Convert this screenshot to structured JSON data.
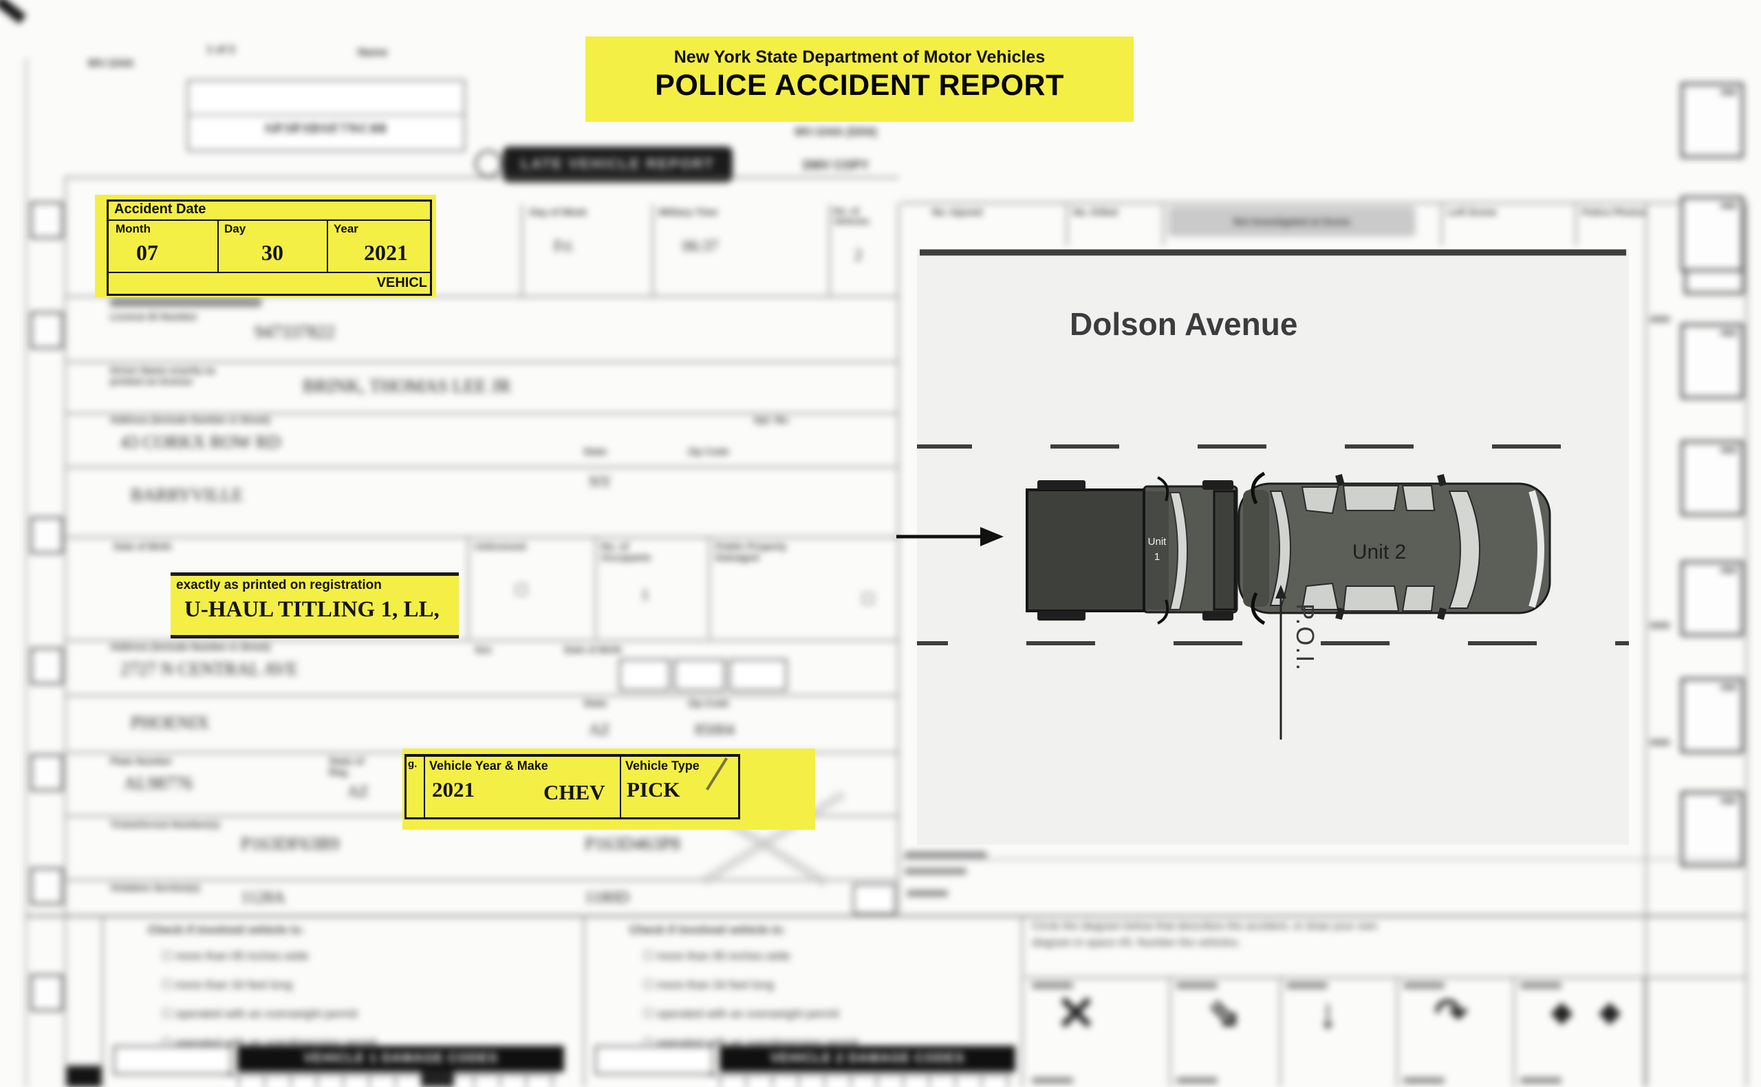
{
  "header": {
    "agency": "New York State Department of Motor Vehicles",
    "title": "POLICE ACCIDENT REPORT"
  },
  "accident_date": {
    "label": "Accident Date",
    "month_label": "Month",
    "month": "07",
    "day_label": "Day",
    "day": "30",
    "year_label": "Year",
    "year": "2021",
    "vehicle_partial": "VEHICL"
  },
  "registration": {
    "label": "exactly as printed on registration",
    "name": "U-HAUL TITLING 1, LL,"
  },
  "vehicle_box": {
    "reg_partial": "g.",
    "year_make_label": "Vehicle Year & Make",
    "year": "2021",
    "make": "CHEV",
    "type_label": "Vehicle Type",
    "type": "PICK"
  },
  "diagram": {
    "street": "Dolson Avenue",
    "unit1_line1": "Unit",
    "unit1_line2": "1",
    "unit2_label": "Unit 2",
    "poi_label": "P.O.I."
  },
  "colors": {
    "highlight_yellow": "#f4ef45",
    "diagram_bg": "#f1f1ef",
    "road_line": "#3e3e3e",
    "vehicle_gray": "#5c5f58",
    "vehicle_dark": "#3d403b",
    "window_gray": "#d4d6d2"
  },
  "blurred": {
    "top_left_small": "MV-104A",
    "page_info": "1 of 2",
    "name_label": "Name",
    "precinct_code": "SP3P3DSF7NC08",
    "badge_label": "LATE VEHICLE REPORT",
    "form_no": "MV-104A (5/04)",
    "copy_label": "DMV COPY",
    "row1": {
      "day_of_week_label": "Day of Week",
      "day_of_week": "Fri",
      "time_label": "Military Time",
      "time": "06:37",
      "vehicles_label": "No. of Vehicles",
      "vehicles": "2"
    },
    "row1_right": {
      "injured_label": "No. Injured",
      "killed_label": "No. Killed",
      "not_investigated_label": "Not Investigated at Scene",
      "left_scene_label": "Left Scene",
      "photos_label": "Police Photos"
    },
    "driver": {
      "license_label": "License ID Number",
      "license": "947337822",
      "name_label": "Driver Name exactly as printed on license",
      "name": "BRINK, THOMAS LEE JR",
      "address_label": "Address (Include Number & Street)",
      "address": "43 CORKX ROW RD",
      "apt_label": "Apt. No.",
      "city": "BARRYVILLE",
      "state_label": "State",
      "state": "NY",
      "zip_label": "Zip Code",
      "unlicensed_label": "Unlicensed",
      "occupants_label": "No. of Occupants",
      "occupants": "1",
      "public_property_label": "Public Property Damaged",
      "sex_label": "Sex",
      "dob_label": "Date of Birth",
      "checkbox": "☐"
    },
    "owner": {
      "address_label": "Address (Include Number & Street)",
      "address": "2727 N CENTRAL AVE",
      "city": "PHOENIX",
      "state_label": "State",
      "state": "AZ",
      "zip_label": "Zip Code",
      "zip": "85004"
    },
    "plate_row": {
      "plate_label": "Plate Number",
      "plate": "AL98776",
      "reg_label": "State of Reg.",
      "reg": "AZ"
    },
    "tickets": {
      "label": "Ticket/Arrest Number(s)",
      "value1": "P163DF63B9",
      "value2": "P163D463P8"
    },
    "violations": {
      "label": "Violation Section(s)",
      "value1": "1128A",
      "value2": "1180D"
    },
    "checklist": {
      "header": "Check if involved vehicle is:",
      "checkbox": "☐",
      "item0": "more than 95 inches wide",
      "item1": "more than 34 feet long",
      "item2": "operated with an overweight permit",
      "item3": "operated with an overdimension permit",
      "bar1": "VEHICLE 1 DAMAGE CODES",
      "bar2": "VEHICLE 2 DAMAGE CODES"
    },
    "collision": {
      "instructions_line1": "Circle the diagram below that describes the accident, or draw your own",
      "instructions_line2": "diagram in space #9. Number the vehicles.",
      "glyph1": "✕",
      "glyph2": "⇘",
      "glyph3": "↓",
      "glyph4": "↷",
      "glyph5": "◆ ◆"
    }
  }
}
